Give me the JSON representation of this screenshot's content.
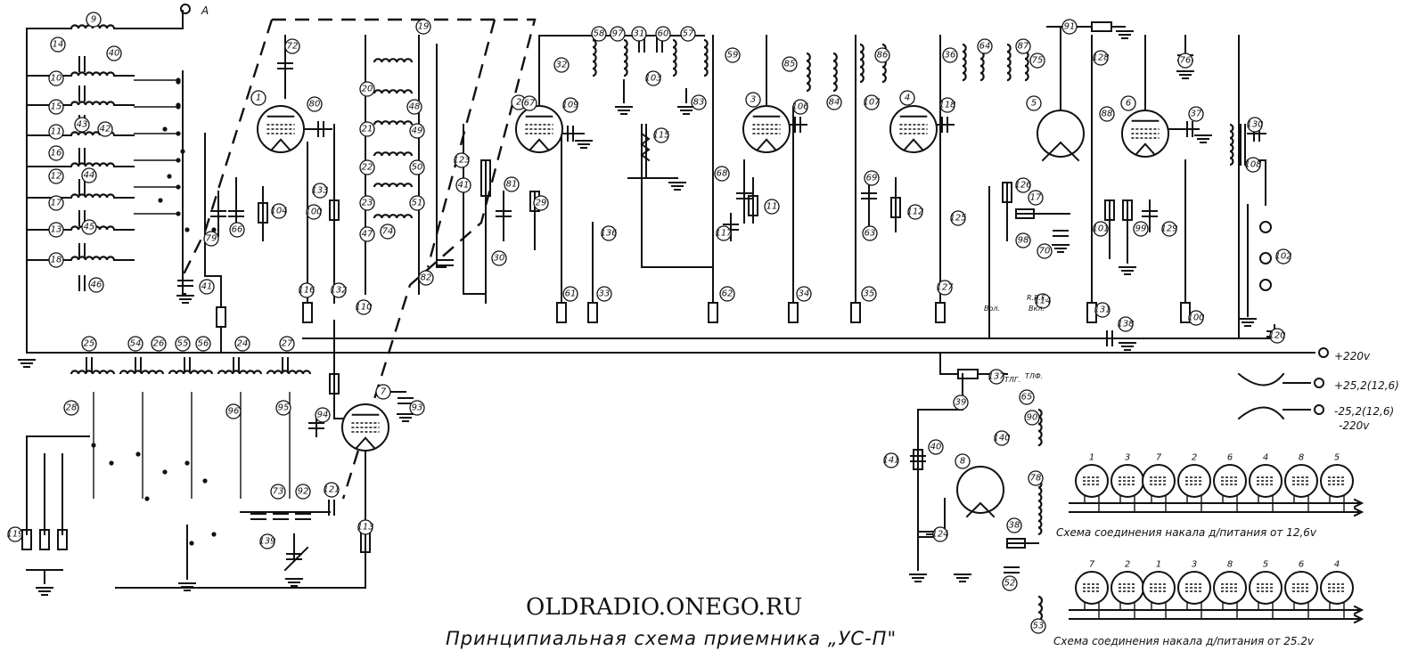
{
  "site_watermark": "OLDRADIO.ONEGO.RU",
  "title": "Принципиальная схема приемника „УС-П\"",
  "captions": {
    "heater_12v": "Схема соединения накала д/питания от 12,6v",
    "heater_252v": "Схема соединения накала д/питания от 25.2v"
  },
  "power_terminals": {
    "p220": "+220v",
    "p252": "+25,2(12,6)",
    "m252": "-25,2(12,6)",
    "m220": "-220v"
  },
  "antenna_label": "A",
  "small_labels": {
    "ref": "R.R.F.",
    "bol": "Вол.",
    "bkl": "Вкл.",
    "tlg": "ТЛГ.",
    "tlf": "ТЛФ."
  },
  "heater_row_12v": [
    "1",
    "3",
    "7",
    "2",
    "6",
    "4",
    "8",
    "5"
  ],
  "heater_row_252v": [
    "7",
    "2",
    "1",
    "3",
    "8",
    "5",
    "6",
    "4"
  ],
  "tubes": [
    "1",
    "2",
    "3",
    "4",
    "5",
    "6",
    "7",
    "8"
  ],
  "component_labels": [
    "9",
    "14",
    "10",
    "15",
    "11",
    "16",
    "12",
    "17",
    "13",
    "18",
    "40",
    "42",
    "43",
    "44",
    "45",
    "46",
    "41",
    "79",
    "66",
    "104",
    "72",
    "80",
    "133",
    "100",
    "116",
    "132",
    "110",
    "19",
    "20",
    "21",
    "22",
    "23",
    "47",
    "48",
    "49",
    "50",
    "51",
    "74",
    "123",
    "41",
    "82",
    "67",
    "109",
    "81",
    "29",
    "30",
    "58",
    "97",
    "31",
    "60",
    "57",
    "59",
    "32",
    "103",
    "83",
    "115",
    "136",
    "61",
    "33",
    "85",
    "84",
    "106",
    "68",
    "11",
    "117",
    "62",
    "34",
    "86",
    "107",
    "69",
    "112",
    "63",
    "35",
    "36",
    "64",
    "87",
    "75",
    "118",
    "125",
    "127",
    "126",
    "17",
    "98",
    "70",
    "88",
    "37",
    "130",
    "108",
    "101",
    "99",
    "129",
    "76",
    "128",
    "91",
    "131",
    "138",
    "100",
    "102",
    "120",
    "114",
    "137",
    "39",
    "65",
    "90",
    "140",
    "141",
    "40",
    "124",
    "78",
    "38",
    "52",
    "53",
    "25",
    "54",
    "26",
    "55",
    "56",
    "24",
    "27",
    "28",
    "96",
    "95",
    "93",
    "94",
    "73",
    "92",
    "121",
    "139",
    "113",
    "119"
  ]
}
